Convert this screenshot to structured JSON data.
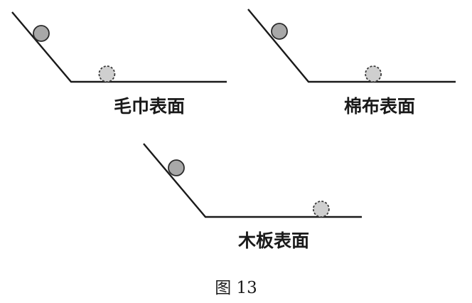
{
  "figure": {
    "caption": "图 13"
  },
  "colors": {
    "ball_start_fill": "#a8a8a8",
    "ball_end_fill": "#cfcfcf",
    "line": "#1a1a1a"
  },
  "panels": [
    {
      "surface_label": "毛巾表面",
      "ball_rest_fraction": 0.23
    },
    {
      "surface_label": "棉布表面",
      "ball_rest_fraction": 0.44
    },
    {
      "surface_label": "木板表面",
      "ball_rest_fraction": 0.74
    }
  ]
}
